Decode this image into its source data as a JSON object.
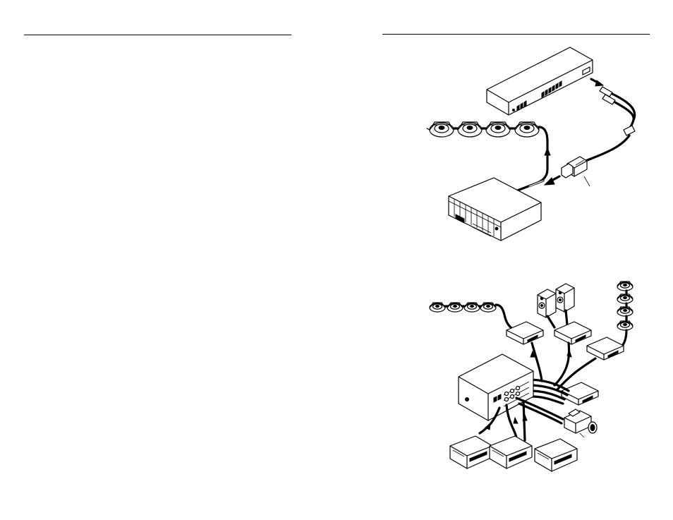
{
  "page": {
    "left_header_rule": "",
    "right_header_rule": ""
  },
  "figures": {
    "top": {
      "caption": "",
      "icons": [
        "switcher-rack-unit",
        "rca-audio-cable",
        "cable-adapter",
        "ceiling-speaker",
        "amplifier-unit"
      ]
    },
    "bottom": {
      "caption": "",
      "icons": [
        "matrix-switcher",
        "ceiling-speaker",
        "studio-monitor-speaker",
        "interface-box",
        "camcorder",
        "vcr-deck",
        "video-recorder"
      ]
    }
  }
}
